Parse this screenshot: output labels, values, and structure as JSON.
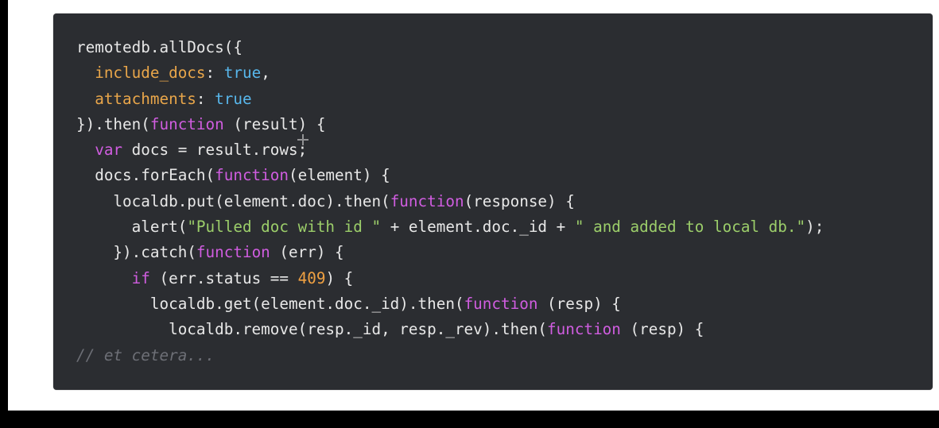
{
  "colors": {
    "page_background": "#000000",
    "canvas_background": "#ffffff",
    "panel_background": "#2b2d31",
    "plain": "#e8e8e8",
    "property": "#e9a64a",
    "boolean": "#58b7ec",
    "keyword": "#d05de0",
    "string": "#9cce6a",
    "number": "#f0a142",
    "comment": "#6d6f76"
  },
  "icons": {
    "cursor": "crosshair-cursor-icon"
  },
  "code_lines": [
    [
      {
        "type": "plain",
        "text": "remotedb.allDocs({"
      }
    ],
    [
      {
        "type": "plain",
        "text": "  "
      },
      {
        "type": "prop",
        "text": "include_docs"
      },
      {
        "type": "plain",
        "text": ": "
      },
      {
        "type": "bool",
        "text": "true"
      },
      {
        "type": "plain",
        "text": ","
      }
    ],
    [
      {
        "type": "plain",
        "text": "  "
      },
      {
        "type": "prop",
        "text": "attachments"
      },
      {
        "type": "plain",
        "text": ": "
      },
      {
        "type": "bool",
        "text": "true"
      }
    ],
    [
      {
        "type": "plain",
        "text": "}).then("
      },
      {
        "type": "kw",
        "text": "function"
      },
      {
        "type": "plain",
        "text": " (result) {"
      }
    ],
    [
      {
        "type": "plain",
        "text": "  "
      },
      {
        "type": "kw",
        "text": "var"
      },
      {
        "type": "plain",
        "text": " docs = result.rows;"
      }
    ],
    [
      {
        "type": "plain",
        "text": "  docs.forEach("
      },
      {
        "type": "kw",
        "text": "function"
      },
      {
        "type": "plain",
        "text": "(element) {"
      }
    ],
    [
      {
        "type": "plain",
        "text": "    localdb.put(element.doc).then("
      },
      {
        "type": "kw",
        "text": "function"
      },
      {
        "type": "plain",
        "text": "(response) {"
      }
    ],
    [
      {
        "type": "plain",
        "text": "      alert("
      },
      {
        "type": "str",
        "text": "\"Pulled doc with id \""
      },
      {
        "type": "plain",
        "text": " + element.doc._id + "
      },
      {
        "type": "str",
        "text": "\" and added to local db.\""
      },
      {
        "type": "plain",
        "text": ");"
      }
    ],
    [
      {
        "type": "plain",
        "text": "    }).catch("
      },
      {
        "type": "kw",
        "text": "function"
      },
      {
        "type": "plain",
        "text": " (err) {"
      }
    ],
    [
      {
        "type": "plain",
        "text": "      "
      },
      {
        "type": "kw",
        "text": "if"
      },
      {
        "type": "plain",
        "text": " (err.status == "
      },
      {
        "type": "num",
        "text": "409"
      },
      {
        "type": "plain",
        "text": ") {"
      }
    ],
    [
      {
        "type": "plain",
        "text": "        localdb.get(element.doc._id).then("
      },
      {
        "type": "kw",
        "text": "function"
      },
      {
        "type": "plain",
        "text": " (resp) {"
      }
    ],
    [
      {
        "type": "plain",
        "text": "          localdb.remove(resp._id, resp._rev).then("
      },
      {
        "type": "kw",
        "text": "function"
      },
      {
        "type": "plain",
        "text": " (resp) {"
      }
    ],
    [
      {
        "type": "comment",
        "text": "// et cetera..."
      }
    ]
  ]
}
